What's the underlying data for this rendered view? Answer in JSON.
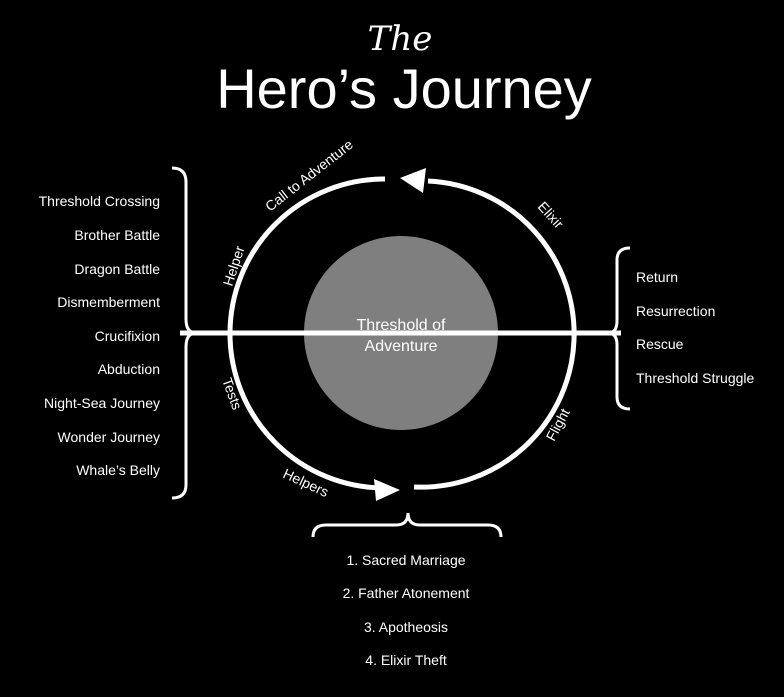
{
  "title": {
    "line1": "The",
    "line2": "Hero’s Journey"
  },
  "center": {
    "line1": "Threshold of",
    "line2": "Adventure"
  },
  "arc_labels": {
    "call": "Call to Adventure",
    "elixir": "Elixir",
    "helper": "Helper",
    "tests": "Tests",
    "helpers": "Helpers",
    "flight": "Flight"
  },
  "left_list": [
    "Threshold Crossing",
    "Brother Battle",
    "Dragon Battle",
    "Dismemberment",
    "Crucifixion",
    "Abduction",
    "Night-Sea Journey",
    "Wonder Journey",
    "Whale’s Belly"
  ],
  "right_list": [
    "Return",
    "Resurrection",
    "Rescue",
    "Threshold Struggle"
  ],
  "bottom_list": [
    "1. Sacred Marriage",
    "2. Father Atonement",
    "3. Apotheosis",
    "4. Elixir Theft"
  ],
  "colors": {
    "background": "#000000",
    "lines": "#ffffff",
    "center_fill": "#7f7f7f"
  }
}
